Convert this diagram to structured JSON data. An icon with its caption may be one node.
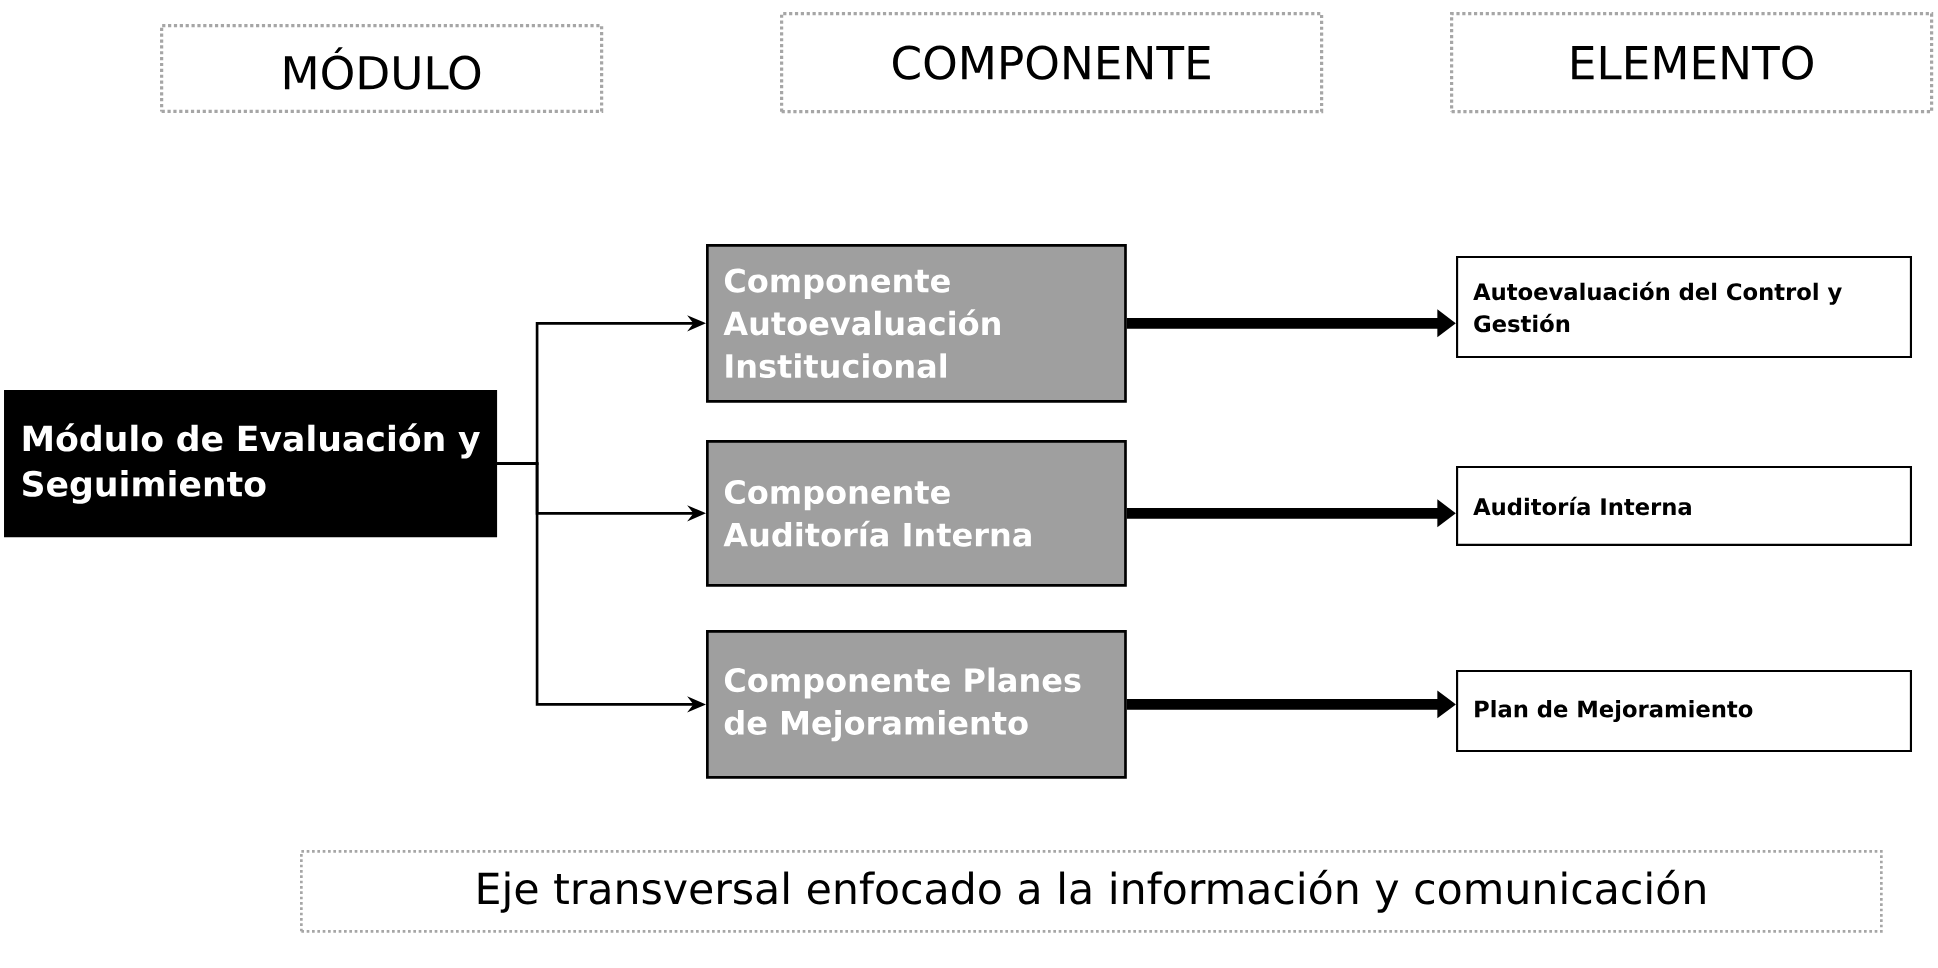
{
  "diagram": {
    "nodes": [
      {
        "text": [
          "MÓDULO"
        ]
      },
      {
        "text": [
          "COMPONENTE"
        ]
      },
      {
        "text": [
          "ELEMENTO"
        ]
      },
      {
        "text": [
          "Módulo de Evaluación y Seguimiento"
        ]
      },
      {
        "text": [
          "Componente Autoevaluación Institucional"
        ]
      },
      {
        "text": [
          "Componente Auditoría Interna"
        ]
      },
      {
        "text": [
          "Componente Planes de Mejoramiento"
        ]
      },
      {
        "text": [
          "Autoevaluación del Control y Gestión"
        ]
      },
      {
        "text": [
          "Auditoría Interna"
        ]
      },
      {
        "text": [
          "Plan de Mejoramiento"
        ]
      },
      {
        "text": [
          "Eje transversal enfocado a la información y comunicación"
        ]
      }
    ],
    "edges": [
      {
        "from": 3,
        "to": 4,
        "arrow": "to"
      },
      {
        "from": 3,
        "to": 5,
        "arrow": "to"
      },
      {
        "from": 3,
        "to": 6,
        "arrow": "to"
      },
      {
        "from": 4,
        "to": 7,
        "arrow": "to",
        "style": "thick"
      },
      {
        "from": 5,
        "to": 8,
        "arrow": "to",
        "style": "thick"
      },
      {
        "from": 6,
        "to": 9,
        "arrow": "to",
        "style": "thick"
      }
    ]
  }
}
